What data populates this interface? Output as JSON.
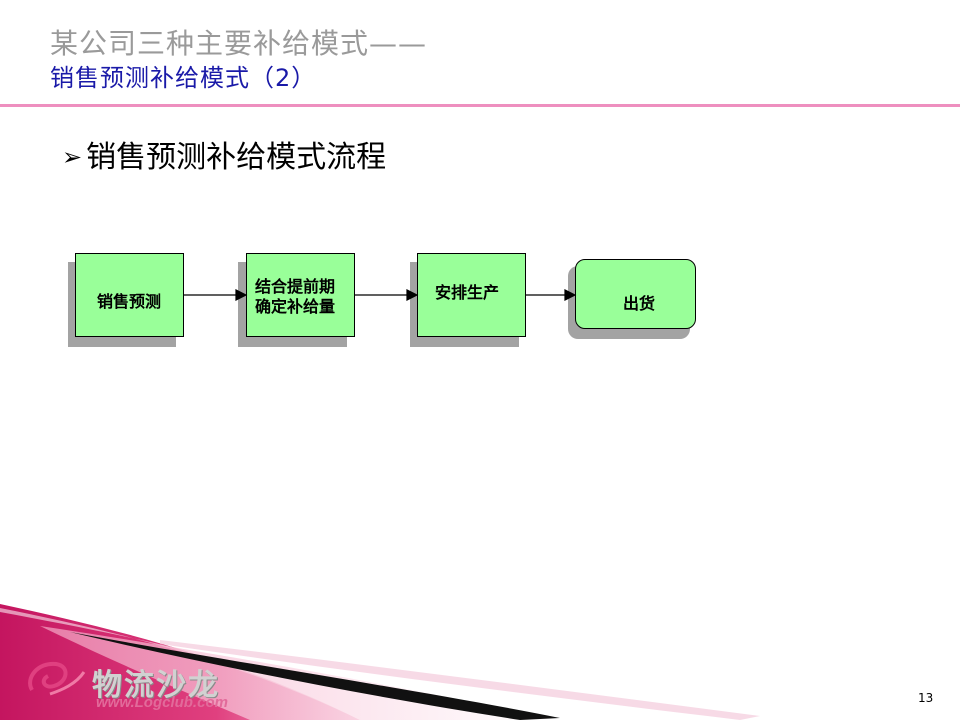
{
  "slide": {
    "title_line1": "某公司三种主要补给模式——",
    "title_line2": "销售预测补给模式（2）",
    "bullet_marker": "➢",
    "bullet_text": "销售预测补给模式流程",
    "page_number": "13"
  },
  "flow": {
    "steps": [
      {
        "line1": "销售预测",
        "line2": ""
      },
      {
        "line1": "结合提前期",
        "line2": "确定补给量"
      },
      {
        "line1": "安排生产",
        "line2": ""
      },
      {
        "line1": "出货",
        "line2": ""
      }
    ]
  },
  "logo": {
    "name": "物流沙龙",
    "url": "www.Logclub.com"
  },
  "colors": {
    "title_gray": "#9a9a9a",
    "title_blue": "#1a1aa8",
    "rule_pink": "#ee8fbf",
    "box_green": "#99ff99",
    "shadow_gray": "#a3a3a3",
    "footer_magenta": "#d11a6a"
  }
}
